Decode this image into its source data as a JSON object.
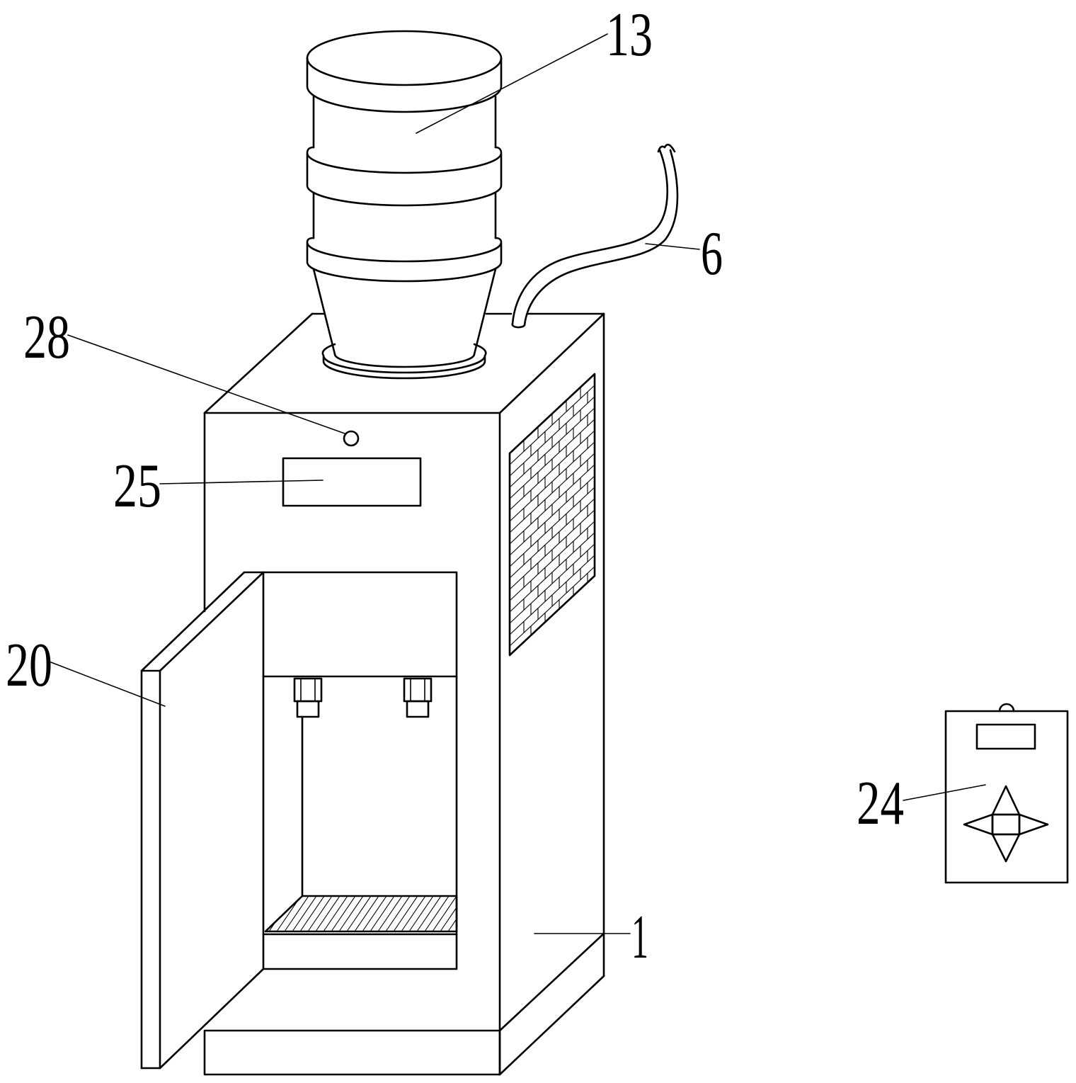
{
  "callouts": {
    "water_bottle": "13",
    "hose": "6",
    "indicator_light": "28",
    "display_panel": "25",
    "door": "20",
    "cabinet": "1",
    "remote_control": "24"
  },
  "colors": {
    "line": "#000000",
    "background": "#ffffff"
  }
}
